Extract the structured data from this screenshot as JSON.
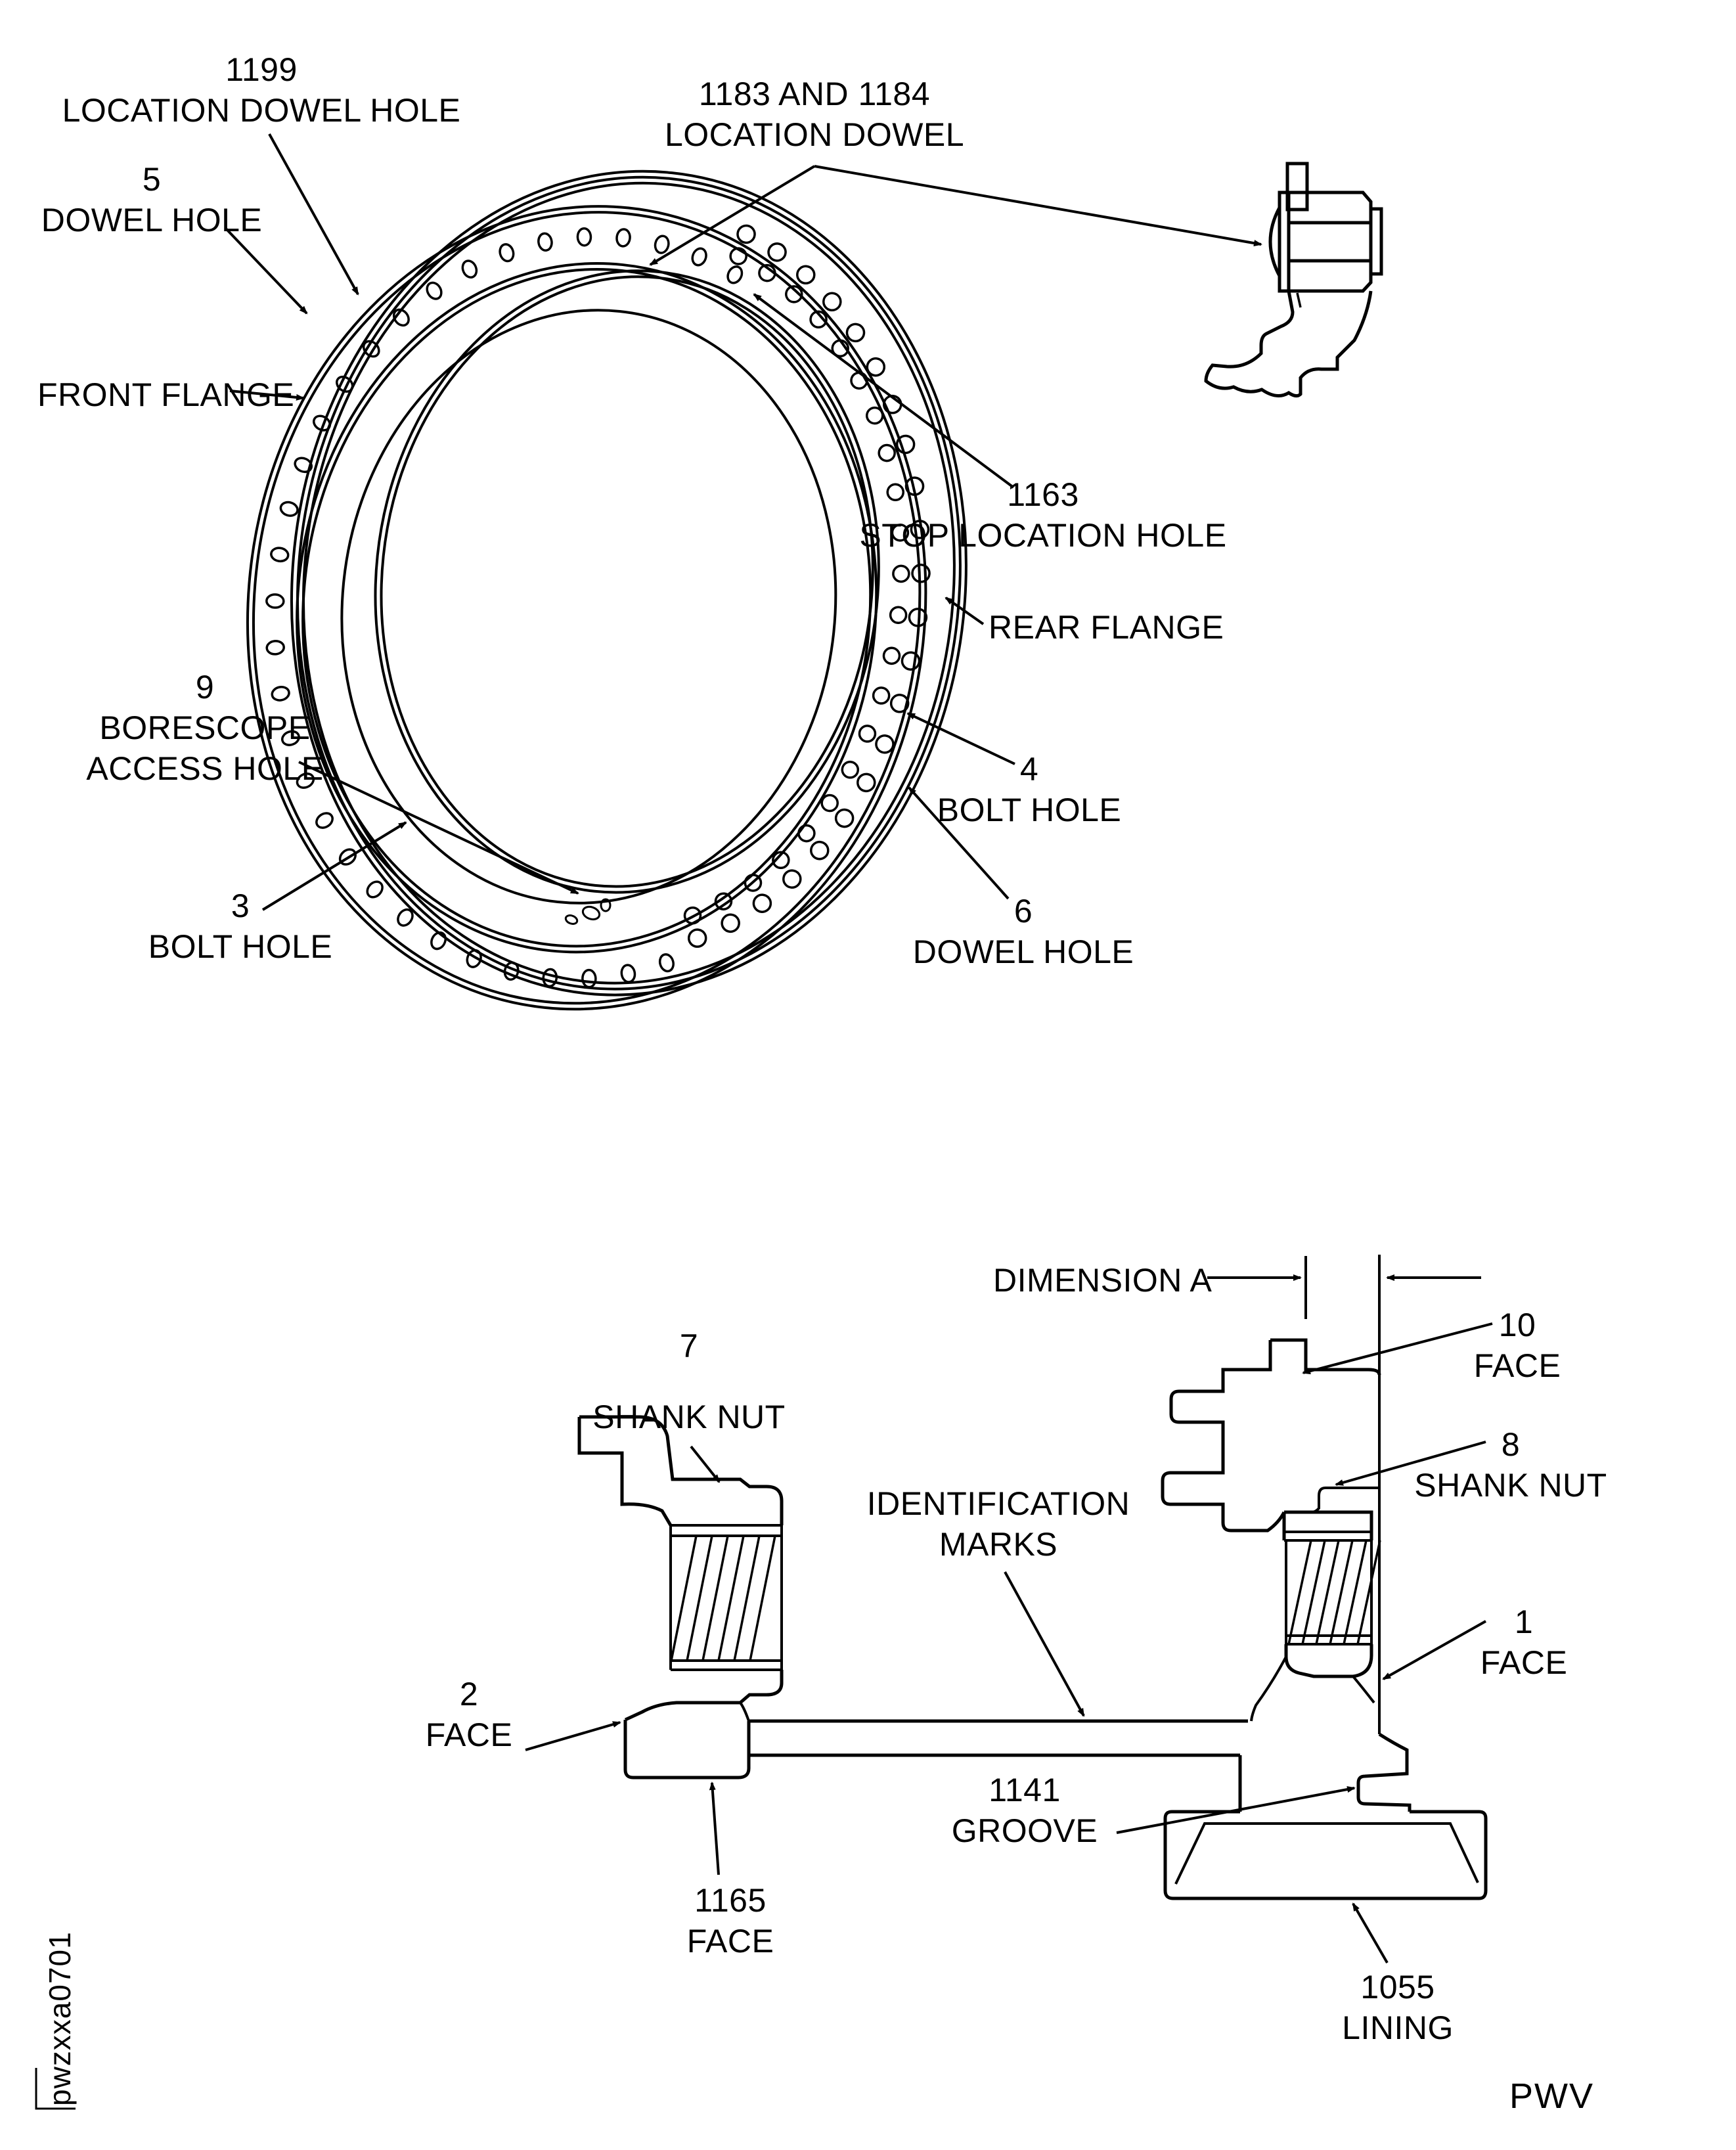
{
  "figure": {
    "description": "Engine flange ring diagram with location dowel detail and flange cross-section",
    "drawing_code": "pwzxxa0701",
    "publisher_mark": "PWV",
    "line_color": "#000000",
    "background_color": "#ffffff"
  },
  "top_view": {
    "callouts": [
      {
        "number": "1199",
        "name": "LOCATION DOWEL HOLE"
      },
      {
        "number": "1183 AND 1184",
        "name": "LOCATION DOWEL"
      },
      {
        "number": "5",
        "name": "DOWEL HOLE"
      },
      {
        "name": "FRONT FLANGE"
      },
      {
        "number": "1163",
        "name": "STOP LOCATION HOLE"
      },
      {
        "name": "REAR FLANGE"
      },
      {
        "number": "9",
        "name_line1": "BORESCOPE",
        "name_line2": "ACCESS HOLE"
      },
      {
        "number": "4",
        "name": "BOLT HOLE"
      },
      {
        "number": "6",
        "name": "DOWEL HOLE"
      },
      {
        "number": "3",
        "name": "BOLT HOLE"
      }
    ]
  },
  "section_view": {
    "dimension_label": "DIMENSION A",
    "callouts": [
      {
        "number": "7",
        "name": "SHANK NUT"
      },
      {
        "number": "10",
        "name": "FACE"
      },
      {
        "number": "8",
        "name": "SHANK NUT"
      },
      {
        "name_line1": "IDENTIFICATION",
        "name_line2": "MARKS"
      },
      {
        "number": "2",
        "name": "FACE"
      },
      {
        "number": "1",
        "name": "FACE"
      },
      {
        "number": "1165",
        "name": "FACE"
      },
      {
        "number": "1141",
        "name": "GROOVE"
      },
      {
        "number": "1055",
        "name": "LINING"
      }
    ]
  }
}
